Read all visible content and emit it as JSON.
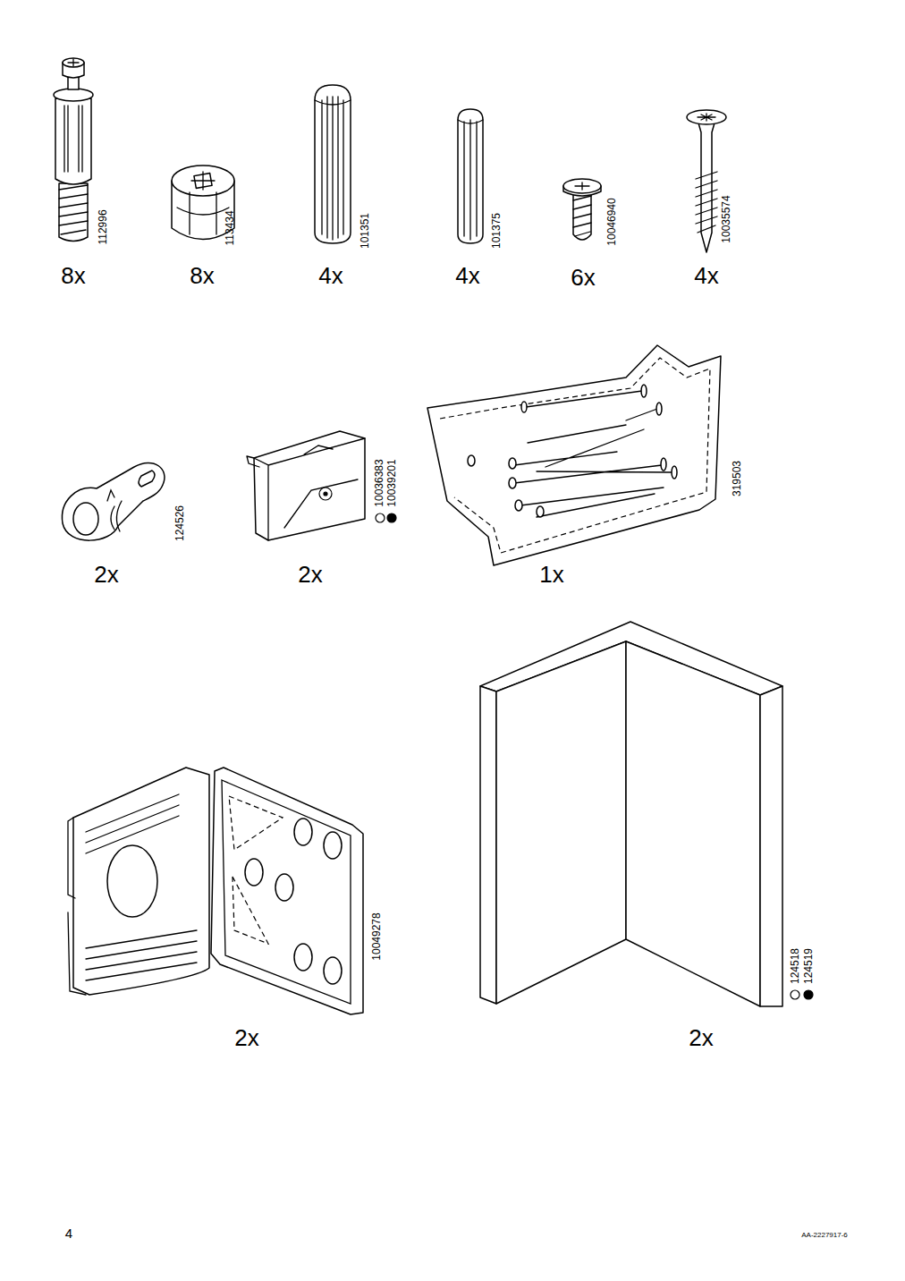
{
  "diagram": {
    "labels": [
      "8x",
      "112996",
      "8x",
      "113434",
      "4x",
      "101351",
      "4x",
      "101375",
      "6x",
      "10046940",
      "4x",
      "10035574",
      "2x",
      "124526",
      "2x",
      "10036383",
      "10039201",
      "1x",
      "319503",
      "2x",
      "10049278",
      "2x",
      "124518",
      "124519",
      "4",
      "AA-2227917-6"
    ]
  }
}
